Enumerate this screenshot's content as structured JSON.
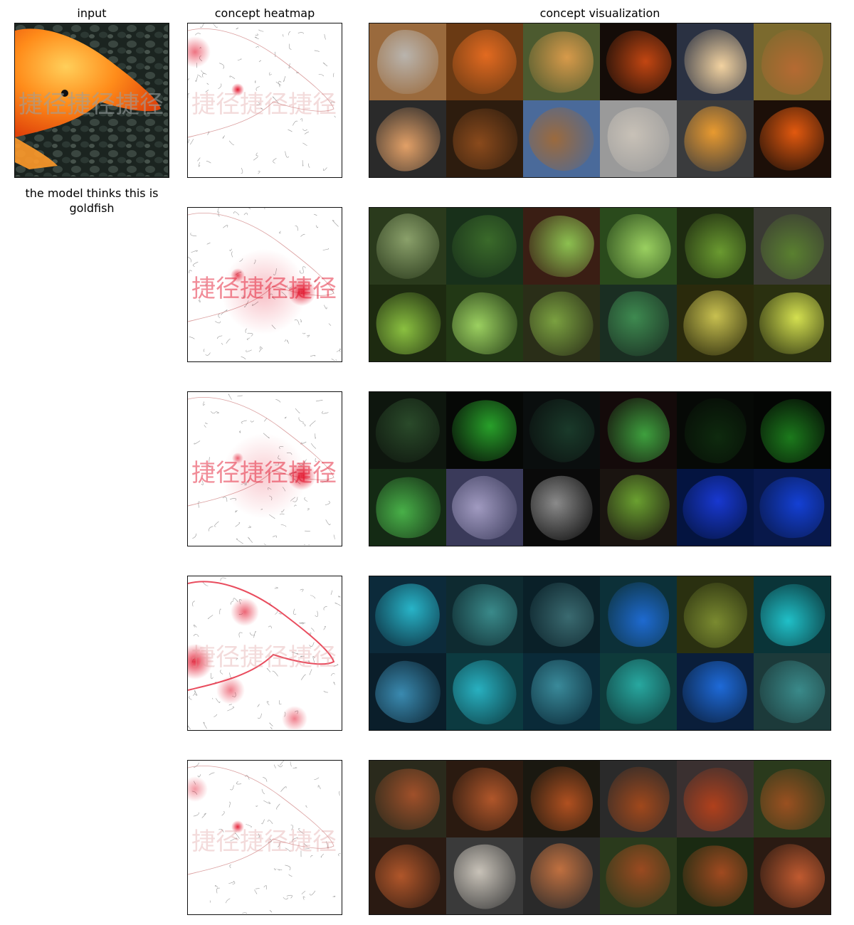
{
  "headers": {
    "input": "input",
    "heatmap": "concept heatmap",
    "visualization": "concept visualization"
  },
  "input_panel": {
    "watermark_text": "捷径捷径捷径",
    "caption": "the model thinks this is goldfish"
  },
  "heatmap_panel": {
    "watermark_text": "捷径捷径捷径"
  },
  "colors": {
    "heat": "#e0001a",
    "frame": "#111111"
  },
  "concept_rows": [
    {
      "theme": "birds-and-fire",
      "tiles": [
        [
          "#9a6a3d",
          "#b9b4ad"
        ],
        [
          "#6a3a14",
          "#e26a20"
        ],
        [
          "#4c5a2f",
          "#d79a4a"
        ],
        [
          "#140c08",
          "#c24612"
        ],
        [
          "#2a3142",
          "#f2d2a0"
        ],
        [
          "#7b6a2e",
          "#b56a32"
        ],
        [
          "#2a2a2a",
          "#e2a067"
        ],
        [
          "#2d1c0e",
          "#8a4a1c"
        ],
        [
          "#4a6a9a",
          "#9b6a3e"
        ],
        [
          "#9a9a9a",
          "#c8c1b7"
        ],
        [
          "#3a3b3d",
          "#e89a30"
        ],
        [
          "#1c0f08",
          "#e2590f"
        ]
      ]
    },
    {
      "theme": "green-leaves-and-stems",
      "tiles": [
        [
          "#2a3a1c",
          "#8aa06a"
        ],
        [
          "#18301a",
          "#3a6a2a"
        ],
        [
          "#3a1e14",
          "#8cc050"
        ],
        [
          "#2a4a1c",
          "#9ad060"
        ],
        [
          "#1d2a10",
          "#6a9a30"
        ],
        [
          "#3a3a34",
          "#5a8030"
        ],
        [
          "#1d2a10",
          "#8ac040"
        ],
        [
          "#223815",
          "#9bd060"
        ],
        [
          "#2a2e18",
          "#7aa040"
        ],
        [
          "#1a2e22",
          "#3e8a50"
        ],
        [
          "#2a2a0c",
          "#c8c050"
        ],
        [
          "#2a3010",
          "#d4e050"
        ]
      ]
    },
    {
      "theme": "dark-green-glow",
      "tiles": [
        [
          "#0e160e",
          "#2a4a2a"
        ],
        [
          "#060806",
          "#28a02a"
        ],
        [
          "#0a0e0e",
          "#1a3a2a"
        ],
        [
          "#140a0a",
          "#3ea03e"
        ],
        [
          "#060906",
          "#0e2a0e"
        ],
        [
          "#040604",
          "#1c7a1c"
        ],
        [
          "#142a14",
          "#48b048"
        ],
        [
          "#3a3a5a",
          "#a09ac0"
        ],
        [
          "#0a0a0a",
          "#8a8a8a"
        ],
        [
          "#1a1410",
          "#6aa030"
        ],
        [
          "#041440",
          "#1838d0"
        ],
        [
          "#08184a",
          "#1440d4"
        ]
      ]
    },
    {
      "theme": "underwater-teal",
      "tiles": [
        [
          "#0c2a3a",
          "#28b4c8"
        ],
        [
          "#0e2a30",
          "#3a8a8a"
        ],
        [
          "#0a2028",
          "#3a6a70"
        ],
        [
          "#0c3038",
          "#1e6ad0"
        ],
        [
          "#2a3010",
          "#7a8a30"
        ],
        [
          "#0a3438",
          "#20c0c8"
        ],
        [
          "#0a1e2a",
          "#3a8ab0"
        ],
        [
          "#0c3a40",
          "#28b0c0"
        ],
        [
          "#0a2a38",
          "#3a8a9a"
        ],
        [
          "#0e3a3a",
          "#28a8a0"
        ],
        [
          "#0a1e3a",
          "#1e6ad8"
        ],
        [
          "#1c3a3a",
          "#3a8a8a"
        ]
      ]
    },
    {
      "theme": "red-pandas-and-foxes",
      "tiles": [
        [
          "#2a2a1c",
          "#a0502a"
        ],
        [
          "#2a1a10",
          "#b0562a"
        ],
        [
          "#1a1810",
          "#b05020"
        ],
        [
          "#2a2a2a",
          "#a0481c"
        ],
        [
          "#3a3030",
          "#b0401c"
        ],
        [
          "#2a3a1c",
          "#9a5020"
        ],
        [
          "#2a1a12",
          "#b0562a"
        ],
        [
          "#3a3a3a",
          "#c8c2b8"
        ],
        [
          "#2a2a2a",
          "#c07040"
        ],
        [
          "#2a3a1c",
          "#9a4a20"
        ],
        [
          "#1a2a12",
          "#a04a20"
        ],
        [
          "#2a1a12",
          "#c05a30"
        ]
      ]
    }
  ]
}
